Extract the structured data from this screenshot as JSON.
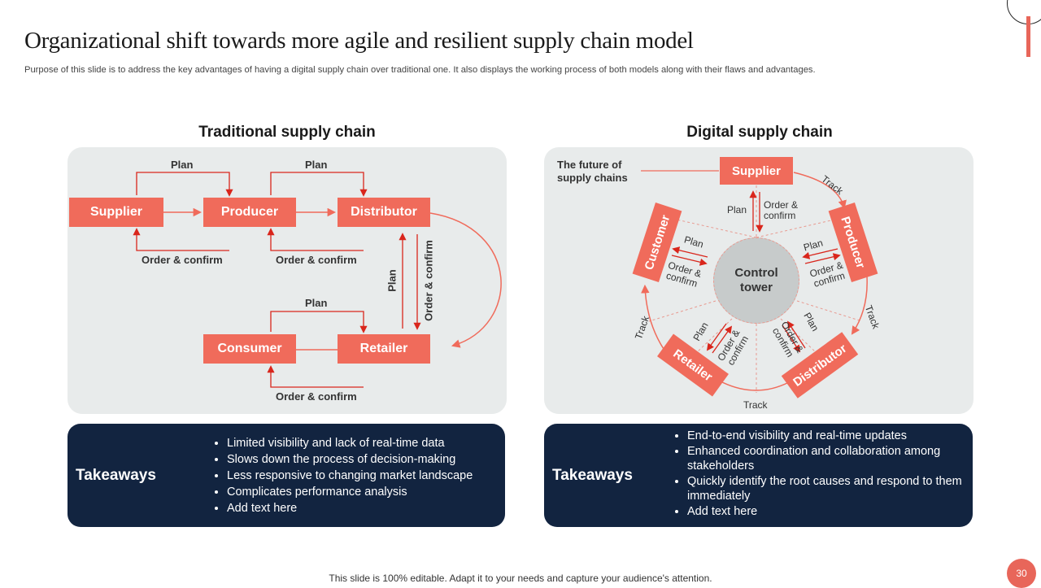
{
  "header": {
    "title": "Organizational shift towards more agile and resilient supply chain model",
    "subtitle": "Purpose of this slide is to address the key advantages of having a digital supply chain over traditional one. It also displays the working process of both models along with their flaws and advantages."
  },
  "traditional": {
    "title": "Traditional supply chain",
    "nodes": {
      "supplier": "Supplier",
      "producer": "Producer",
      "distributor": "Distributor",
      "consumer": "Consumer",
      "retailer": "Retailer"
    },
    "labels": {
      "plan_1": "Plan",
      "plan_2": "Plan",
      "plan_3": "Plan",
      "plan_vertical": "Plan",
      "order_1": "Order & confirm",
      "order_2": "Order & confirm",
      "order_3": "Order & confirm",
      "order_vertical": "Order & confirm"
    },
    "takeaways": {
      "heading": "Takeaways",
      "items": [
        "Limited visibility and lack of real-time data",
        "Slows down the process of decision-making",
        "Less responsive to changing market landscape",
        "Complicates performance analysis",
        "Add text here"
      ]
    }
  },
  "digital": {
    "title": "Digital supply chain",
    "future_note": "The future of supply chains",
    "center": "Control tower",
    "nodes": {
      "supplier": "Supplier",
      "producer": "Producer",
      "distributor": "Distributor",
      "retailer": "Retailer",
      "customer": "Customer"
    },
    "labels": {
      "track_1": "Track",
      "track_2": "Track",
      "track_3": "Track",
      "track_4": "Track",
      "plan_supplier": "Plan",
      "order_supplier": "Order & confirm",
      "plan_producer": "Plan",
      "order_producer": "Order & confirm",
      "plan_distributor": "Plan",
      "order_distributor": "Order & confirm",
      "plan_retailer": "Plan",
      "order_retailer": "Order & confirm",
      "plan_customer": "Plan",
      "order_customer": "Order & confirm"
    },
    "takeaways": {
      "heading": "Takeaways",
      "items": [
        "End-to-end visibility and real-time updates",
        "Enhanced coordination and collaboration among stakeholders",
        "Quickly identify the root causes and respond to them immediately",
        "Add text here"
      ]
    }
  },
  "footer": {
    "note": "This slide is 100% editable. Adapt it to your needs and capture your audience's attention.",
    "page_number": "30"
  },
  "colors": {
    "accent": "#f06b5b",
    "arrow_red": "#d9261c",
    "navy": "#122440",
    "panel_bg": "#e8ebeb"
  }
}
